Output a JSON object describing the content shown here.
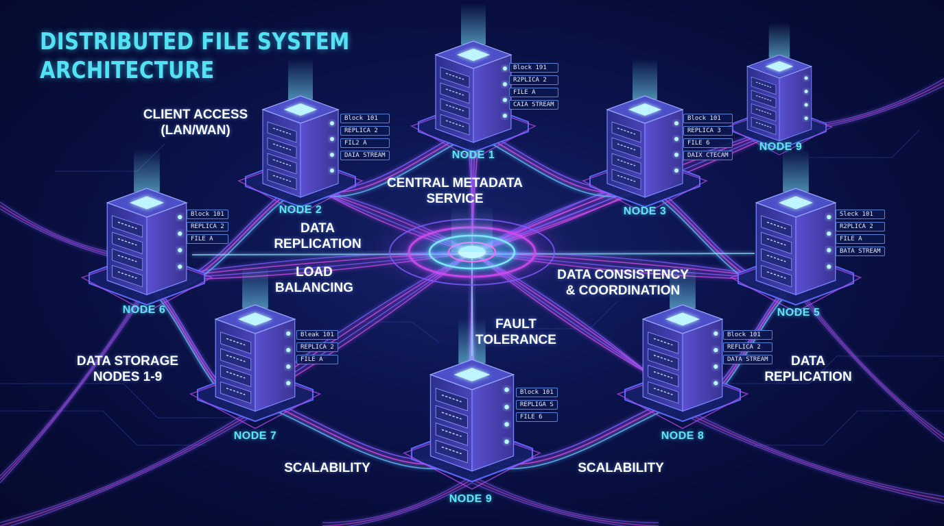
{
  "title": {
    "line1": "DISTRIBUTED FILE SYSTEM",
    "line2": "ARCHITECTURE"
  },
  "labels": {
    "client_access": [
      "CLIENT ACCESS",
      "(LAN/WAN)"
    ],
    "central_metadata": [
      "CENTRAL METADATA",
      "SERVICE"
    ],
    "data_replication_left": [
      "DATA",
      "REPLICATION"
    ],
    "load_balancing": [
      "LOAD",
      "BALANCING"
    ],
    "data_consistency": [
      "DATA CONSISTENCY",
      "& COORDINATION"
    ],
    "fault_tolerance": [
      "FAULT",
      "TOLERANCE"
    ],
    "data_storage": [
      "DATA STORAGE",
      "NODES 1-9"
    ],
    "data_replication_right": [
      "DATA",
      "REPLICATION"
    ],
    "scalability_left": "SCALABILITY",
    "scalability_right": "SCALABILITY"
  },
  "nodes": [
    {
      "name": "NODE 1",
      "tags": [
        "Block 191",
        "R2PLICA 2",
        "FILE A",
        "CAIA STREAM"
      ]
    },
    {
      "name": "NODE 2",
      "tags": [
        "Block 101",
        "REPLICA 2",
        "FIL2 A",
        "DAIA STREAM"
      ]
    },
    {
      "name": "NODE 3",
      "tags": [
        "Block 101",
        "REPLICA 3",
        "FILE 6",
        "DAIX CTECAM"
      ]
    },
    {
      "name": "NODE 9",
      "tags": []
    },
    {
      "name": "NODE 6",
      "tags": [
        "Block 101",
        "REPLICA 2",
        "FILE A"
      ]
    },
    {
      "name": "NODE 5",
      "tags": [
        "Sleck 101",
        "R2PLICA 2",
        "FILE A",
        "BATA STREAM"
      ]
    },
    {
      "name": "NODE 7",
      "tags": [
        "Bleak 101",
        "REPLICA 2",
        "FILE A"
      ]
    },
    {
      "name": "NODE 8",
      "tags": [
        "Block 101",
        "REFLICA 2",
        "DATA STREAM"
      ]
    },
    {
      "name": "NODE 9",
      "tags": [
        "Block 101",
        "REPLIGA S",
        "FILE 6"
      ]
    }
  ],
  "colors": {
    "accent": "#52e2f4",
    "magenta": "#d14cf0",
    "violet": "#7d5cff",
    "background": "#0a1245"
  }
}
